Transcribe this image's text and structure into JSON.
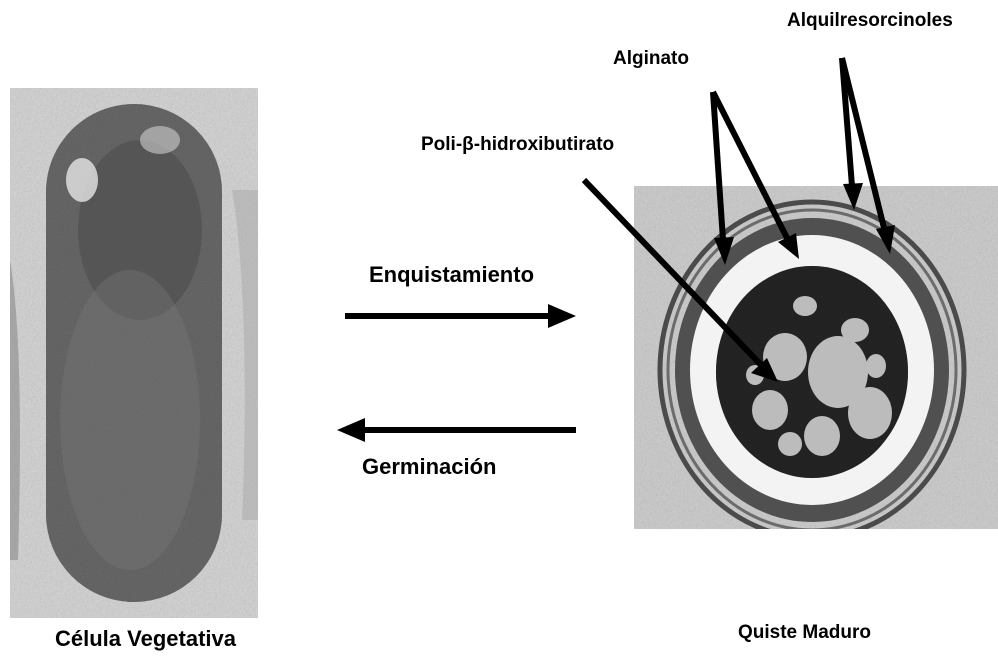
{
  "labels": {
    "vegetative_cell": "Célula Vegetativa",
    "mature_cyst": "Quiste Maduro",
    "encystment": "Enquistamiento",
    "germination": "Germinación",
    "phb": "Poli-β-hidroxibutirato",
    "alginate": "Alginato",
    "alkylresorcinols": "Alquilresorcinoles"
  },
  "colors": {
    "arrow": "#000000",
    "cell_background": "#d9d9d9",
    "cell_body": "#5e5e5e",
    "cyst_background": "#cfcfcf",
    "cyst_core": "#1a1a1a",
    "cyst_ring": "#f2f2f2",
    "granule": "#bdbdbd"
  }
}
